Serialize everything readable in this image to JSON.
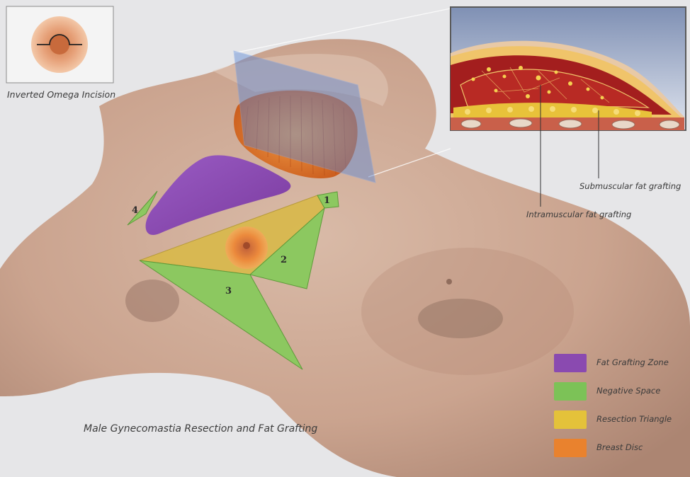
{
  "inset": {
    "caption": "Inverted Omega Incision"
  },
  "title": "Male Gynecomastia Resection and Fat Grafting",
  "callouts": {
    "submuscular": "Submuscular fat grafting",
    "intramuscular": "Intramuscular fat grafting"
  },
  "zones": [
    {
      "number": "1"
    },
    {
      "number": "2"
    },
    {
      "number": "3"
    },
    {
      "number": "4"
    }
  ],
  "legend": [
    {
      "label": "Fat Grafting Zone",
      "color": "#8a4ab0"
    },
    {
      "label": "Negative Space",
      "color": "#7cc257"
    },
    {
      "label": "Resection Triangle",
      "color": "#e4c23a"
    },
    {
      "label": "Breast Disc",
      "color": "#e9822e"
    }
  ],
  "colors": {
    "skin": "#c9a48f",
    "fat_grafting_zone": "#8a4ab0",
    "negative_space": "#8cc860",
    "resection_triangle": "#d9b94a",
    "breast_disc": "#e9822e",
    "section_plane": "#5b88d6",
    "muscle": "#a31e1e",
    "fat": "#e8c23a"
  }
}
